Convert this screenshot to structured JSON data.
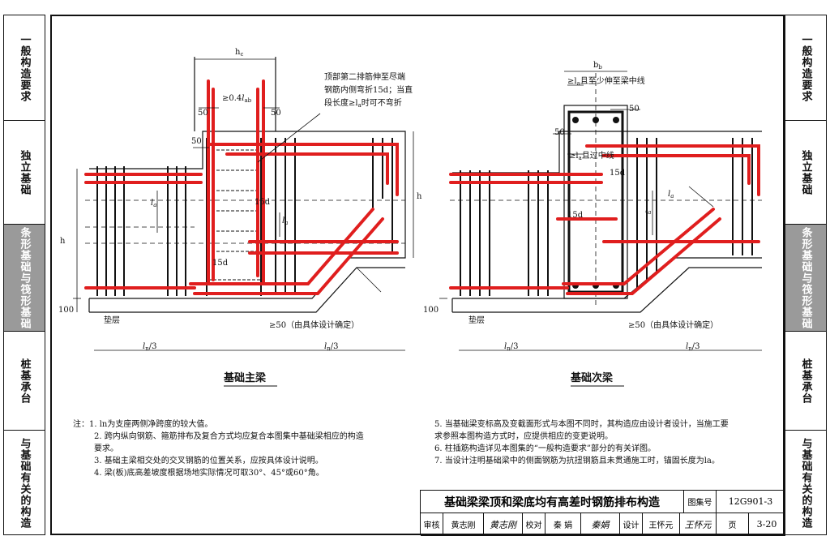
{
  "sidebar_left": [
    {
      "label": "一般构造要求",
      "active": false
    },
    {
      "label": "独立基础",
      "active": false
    },
    {
      "label": "条形基础与筏形基础",
      "active": true
    },
    {
      "label": "桩基承台",
      "active": false
    },
    {
      "label": "与基础有关的构造",
      "active": false
    }
  ],
  "sidebar_right": [
    {
      "label": "一般构造要求",
      "active": false
    },
    {
      "label": "独立基础",
      "active": false
    },
    {
      "label": "条形基础与筏形基础",
      "active": true
    },
    {
      "label": "桩基承台",
      "active": false
    },
    {
      "label": "与基础有关的构造",
      "active": false
    }
  ],
  "drawing_left": {
    "caption": "基础主梁",
    "hc": "h",
    "hc_sub": "c",
    "anchor_04": "≥0.4",
    "anchor_04_l": "l",
    "anchor_04_sub": "ab",
    "dim_50a": "50",
    "dim_50b": "50",
    "dim_50c": "50",
    "dim_15d_a": "15d",
    "dim_15d_b": "15d",
    "la_a": "l",
    "la_b": "l",
    "la_sub": "a",
    "h_left": "h",
    "h_right": "h",
    "dim_100": "100",
    "padding_label": "垫层",
    "ln3_a": "l",
    "ln3_b": "l",
    "ln3_sub": "n",
    "ln3_den": "/3",
    "ge50": "≥50（由具体设计确定）",
    "note_line1": "顶部第二排筋伸至尽端",
    "note_line2": "钢筋内侧弯折15d；当直",
    "note_line3": "段长度≥l",
    "note_line3_sub": "a",
    "note_line3_end": "时可不弯折"
  },
  "drawing_right": {
    "caption": "基础次梁",
    "bb": "b",
    "bb_sub": "b",
    "anchor_top": "≥l",
    "anchor_top_sub": "a",
    "anchor_top_end": "且至少伸至梁中线",
    "anchor_mid": "≥l",
    "anchor_mid_sub": "a",
    "anchor_mid_end": "且过中线",
    "dim_50a": "50",
    "dim_50b": "50",
    "dim_15d_a": "15d",
    "dim_15d_b": "15d",
    "la_a": "l",
    "la_b": "l",
    "la_sub": "a",
    "dim_100": "100",
    "padding_label": "垫层",
    "ln3_a": "l",
    "ln3_b": "l",
    "ln3_sub": "n",
    "ln3_den": "/3",
    "ge50": "≥50（由具体设计确定）"
  },
  "notes_left": {
    "prefix": "注：",
    "items": [
      "1. ln为支座两侧净跨度的较大值。",
      "2. 跨内纵向钢筋、箍筋排布及复合方式均应复合本图集中基础梁相应的构造",
      "    要求。",
      "3. 基础主梁相交处的交叉钢筋的位置关系，应按具体设计说明。",
      "4. 梁(板)底高差坡度根据场地实际情况可取30°、45°或60°角。"
    ]
  },
  "notes_right": {
    "items": [
      "5. 当基础梁变标高及变截面形式与本图不同时，其构造应由设计者设计，当施工要",
      "    求参照本图构造方式时，应提供相应的变更说明。",
      "6. 柱插筋构造详见本图集的“一般构造要求”部分的有关详图。",
      "7. 当设计注明基础梁中的侧面钢筋为抗扭钢筋且未贯通施工时，锚固长度为la。"
    ]
  },
  "titleblock": {
    "title": "基础梁梁顶和梁底均有高差时钢筋排布构造",
    "atlas_label": "图集号",
    "atlas_no": "12G901-3",
    "review_label": "审核",
    "review_name": "黄志刚",
    "review_sig": "黄志刚",
    "check_label": "校对",
    "check_name": "秦 娟",
    "check_sig": "秦娟",
    "design_label": "设计",
    "design_name": "王怀元",
    "design_sig": "王怀元",
    "page_label": "页",
    "page_no": "3-20"
  },
  "colors": {
    "rebar": "#e01e1e",
    "line": "#111111",
    "active_tab": "#9a9a9a"
  }
}
